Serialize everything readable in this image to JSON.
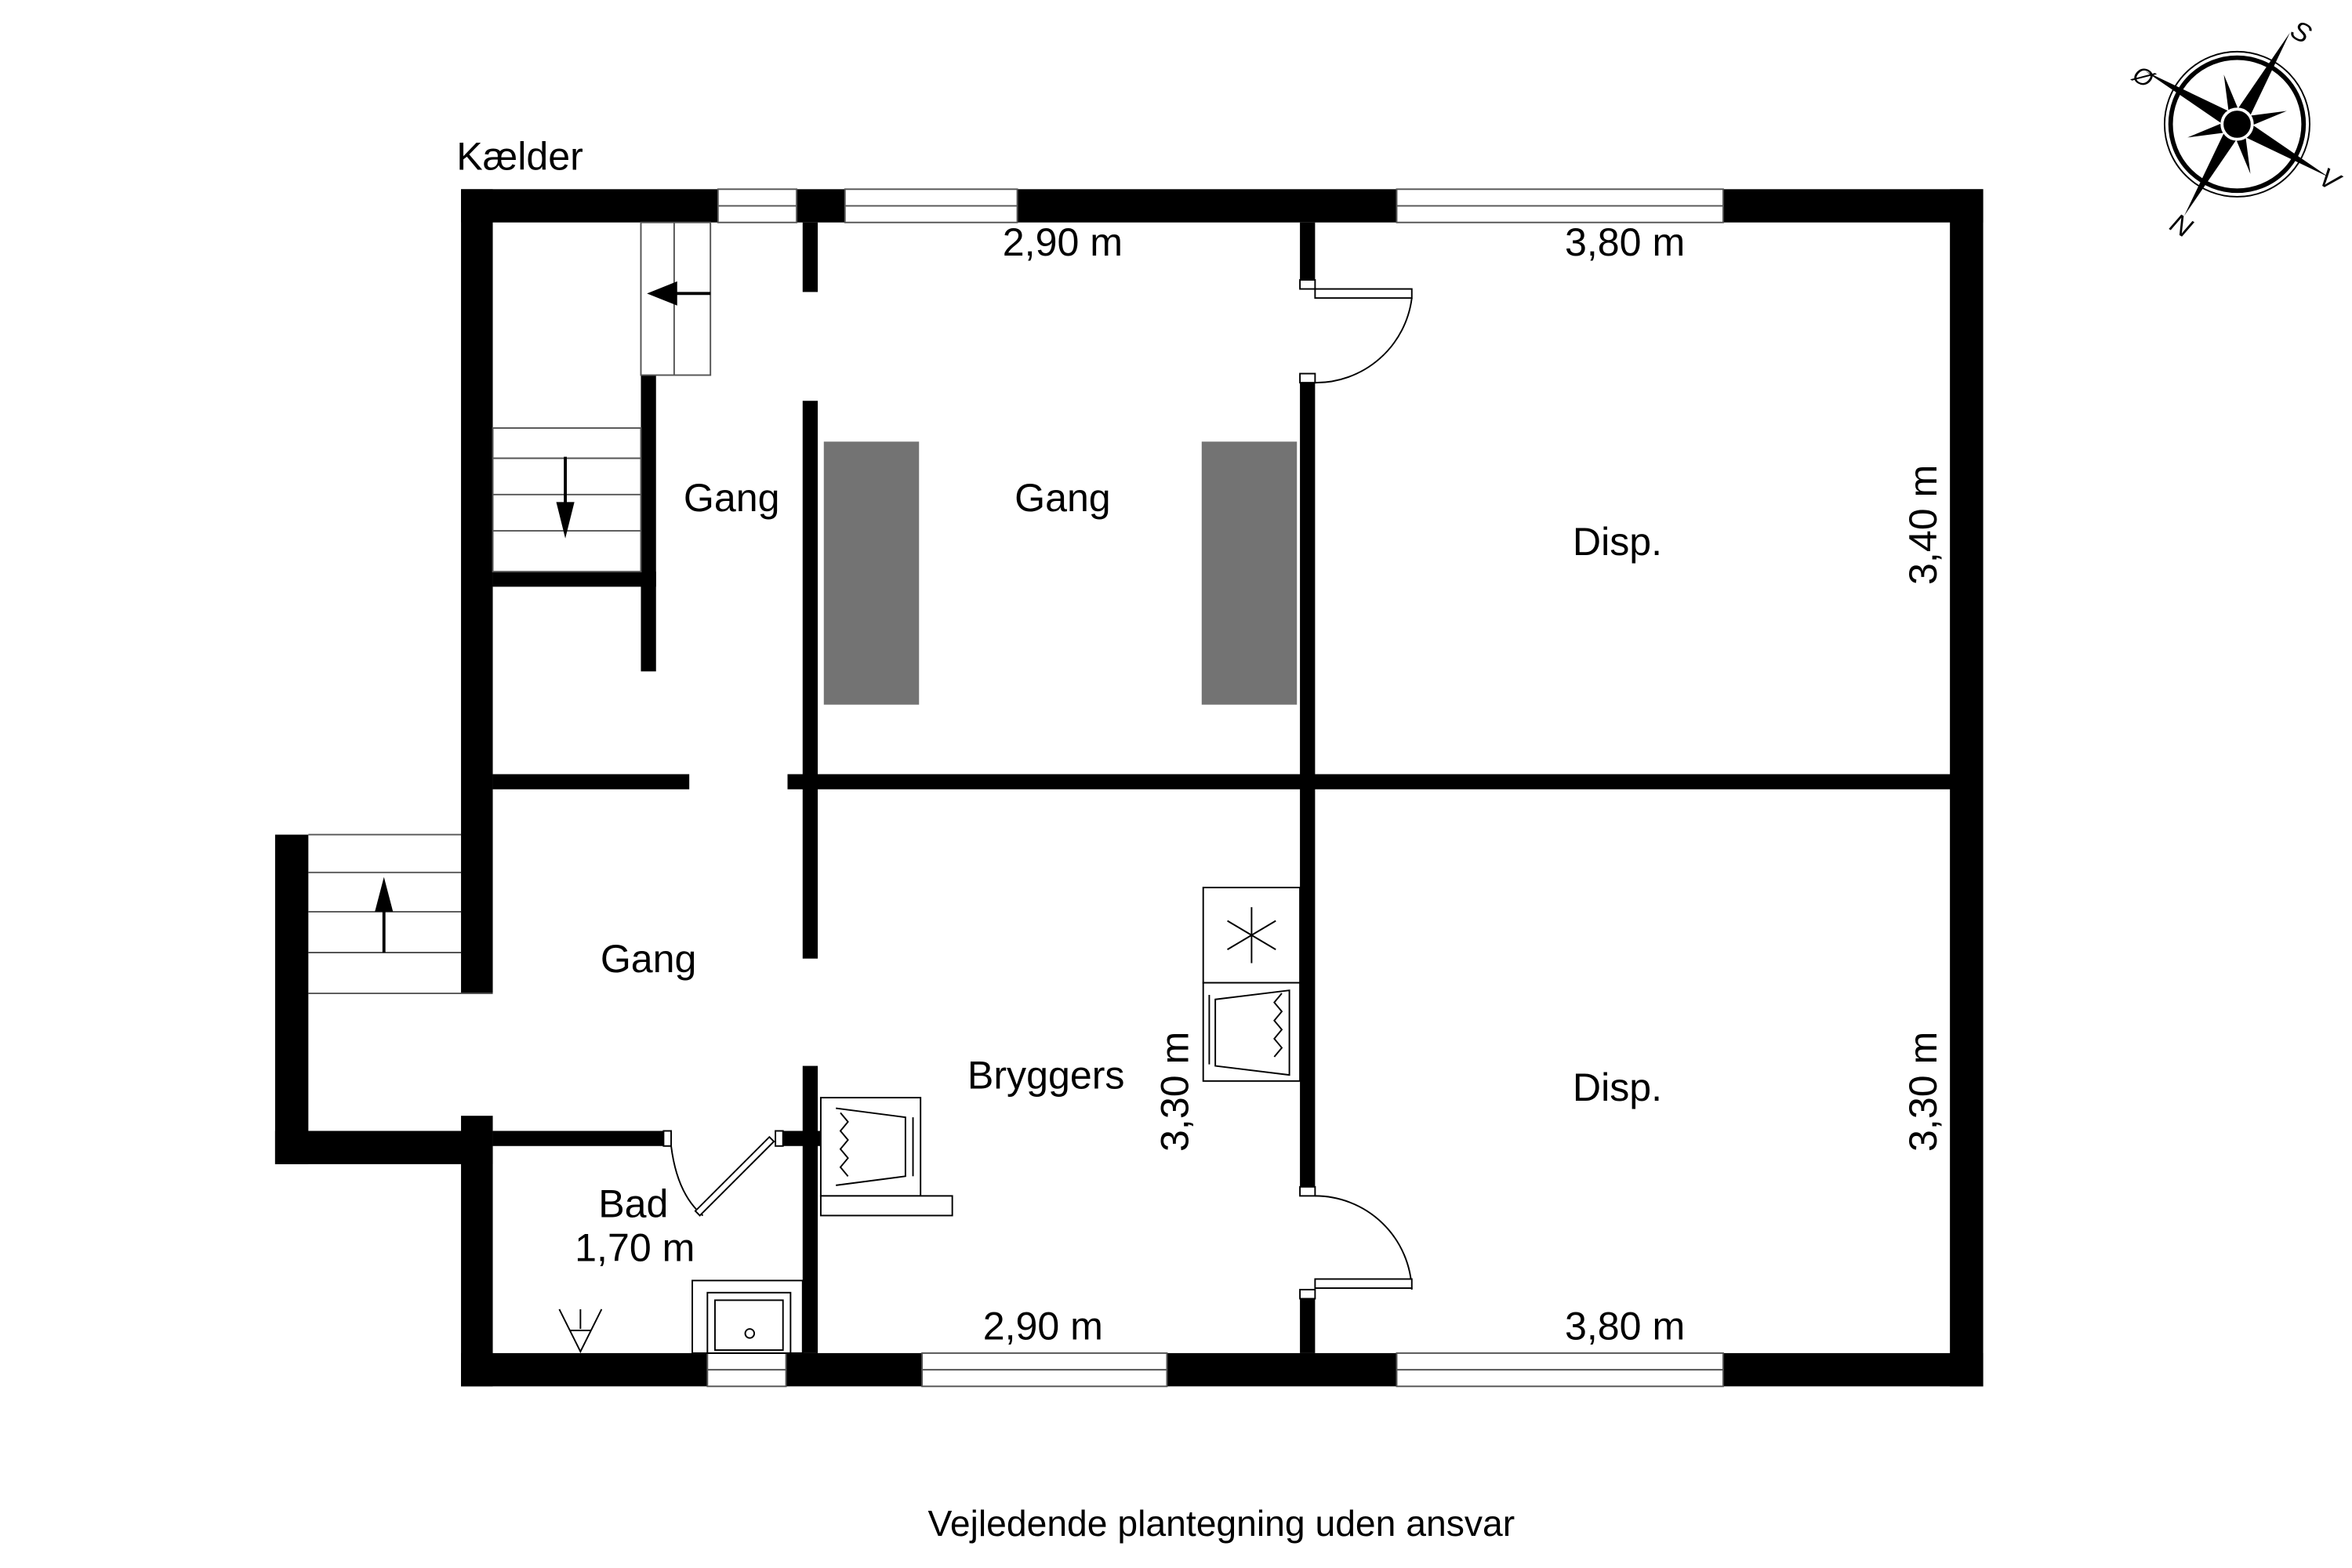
{
  "drawing": {
    "floor_title": "Kælder",
    "disclaimer": "Vejledende plantegning uden ansvar",
    "colors": {
      "wall": "#000000",
      "chimney": "#737373",
      "background": "#ffffff"
    }
  },
  "compass": {
    "icon": "compass-rose-icon",
    "labels": {
      "north": "N",
      "south": "S",
      "east": "Ø",
      "west": "V"
    }
  },
  "rooms": [
    {
      "id": "gang-stair",
      "label": "Gang"
    },
    {
      "id": "gang-center",
      "label": "Gang"
    },
    {
      "id": "disp-top",
      "label": "Disp."
    },
    {
      "id": "gang-lower",
      "label": "Gang"
    },
    {
      "id": "bryggers",
      "label": "Bryggers"
    },
    {
      "id": "disp-bottom",
      "label": "Disp."
    },
    {
      "id": "bad",
      "label": "Bad"
    }
  ],
  "dimensions": {
    "gang_center_width": "2,90 m",
    "disp_top_width": "3,80 m",
    "disp_top_height": "3,40 m",
    "bryggers_height": "3,30 m",
    "bryggers_width": "2,90 m",
    "disp_bottom_width": "3,80 m",
    "disp_bottom_height": "3,30 m",
    "bad_width": "1,70 m"
  },
  "fixtures": [
    {
      "name": "freezer-icon"
    },
    {
      "name": "washing-machine-icon"
    },
    {
      "name": "dryer-icon"
    },
    {
      "name": "shower-tray-icon"
    },
    {
      "name": "floor-drain-icon"
    },
    {
      "name": "stair-arrow-icon"
    }
  ]
}
